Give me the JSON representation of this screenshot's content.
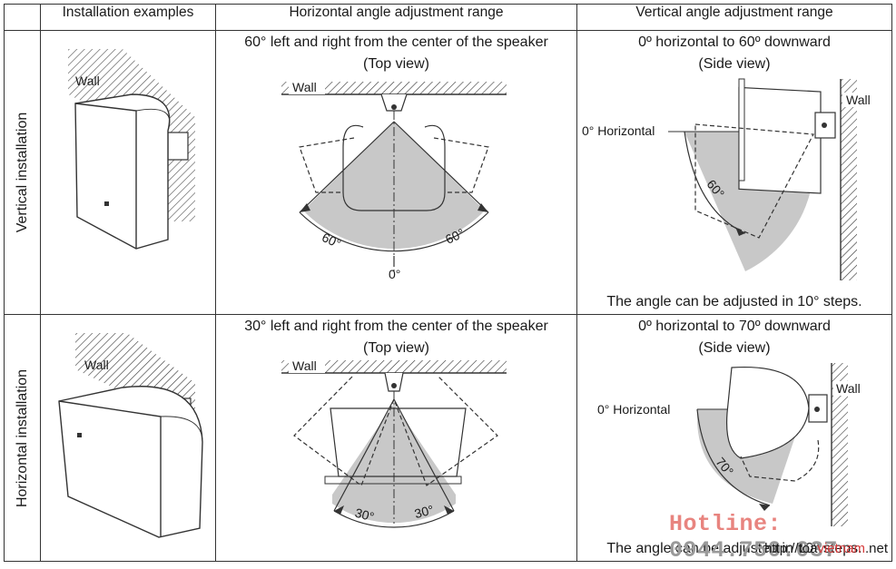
{
  "headers": {
    "examples": "Installation examples",
    "horizontal": "Horizontal angle adjustment range",
    "vertical": "Vertical angle adjustment range"
  },
  "rows": {
    "vertical": {
      "label": "Vertical installation",
      "wall": "Wall",
      "h_caption_1": "60° left and right from the center of the speaker",
      "h_caption_2": "(Top view)",
      "h_wall": "Wall",
      "h_angle_left": "60°",
      "h_angle_right": "60°",
      "h_zero": "0°",
      "v_caption_1": "0º horizontal to 60º downward",
      "v_caption_2": "(Side view)",
      "v_wall": "Wall",
      "v_horizontal": "0° Horizontal",
      "v_angle": "60°",
      "v_note": "The angle can be adjusted in 10° steps."
    },
    "horizontal": {
      "label": "Horizontal installation",
      "wall": "Wall",
      "h_caption_1": "30° left and right from the center of the speaker",
      "h_caption_2": "(Top view)",
      "h_wall": "Wall",
      "h_angle_left": "30°",
      "h_angle_right": "30°",
      "v_caption_1": "0º horizontal to 70º downward",
      "v_caption_2": "(Side view)",
      "v_wall": "Wall",
      "v_horizontal": "0° Horizontal",
      "v_angle": "70°",
      "v_note": "The angle can be adjusted in 10° steps."
    }
  },
  "watermark": {
    "hotline_label": "Hotline:",
    "hotline_number": "0944.750.037",
    "site_prefix": "http://toa",
    "site_red": "vietnam",
    "site_suffix": ".net"
  },
  "colors": {
    "line": "#333333",
    "shade": "#c8c8c8",
    "hotline_label": "#e8847f",
    "hotline_number": "#9a9a9a"
  }
}
